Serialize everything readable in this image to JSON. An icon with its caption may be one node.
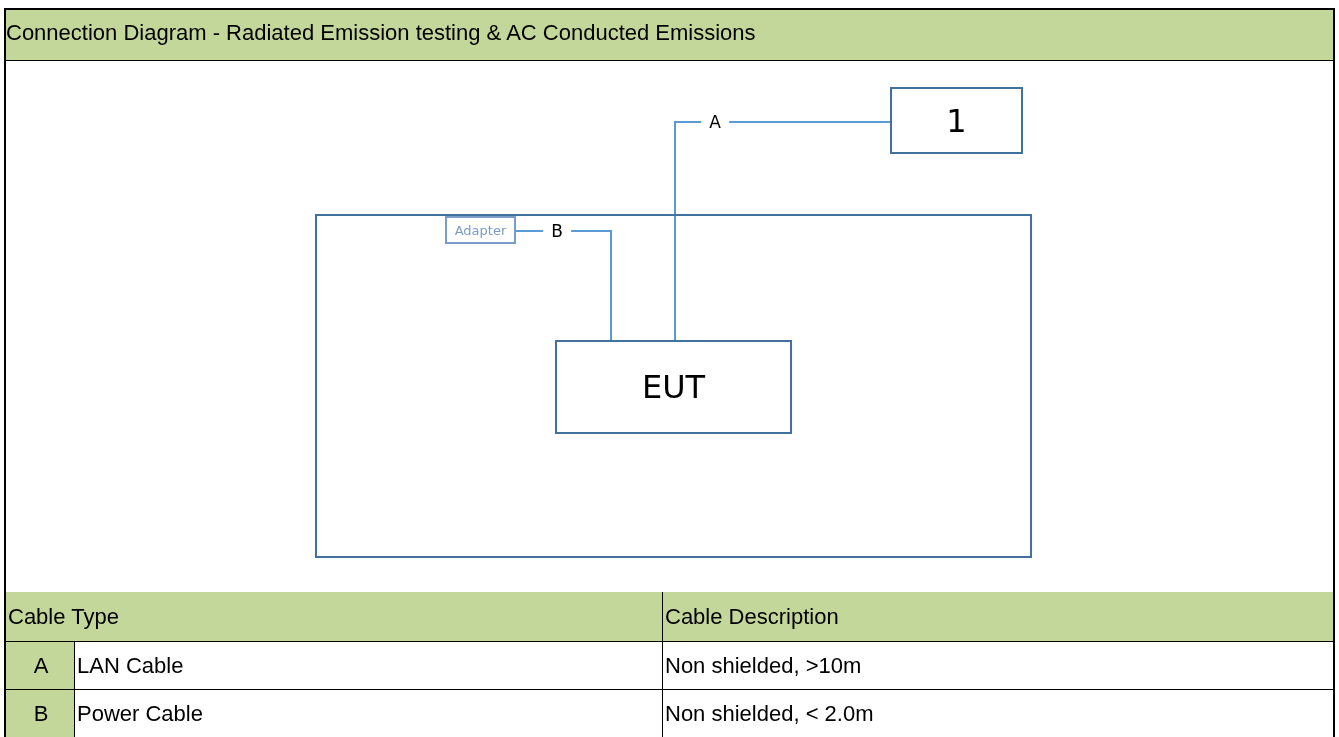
{
  "diagram": {
    "title": "Connection Diagram - Radiated Emission testing & AC Conducted Emissions",
    "nodes": [
      {
        "text": [],
        "shape": "box"
      },
      {
        "text": [
          "1"
        ]
      },
      {
        "text": [
          "Adapter"
        ],
        "in": 0
      },
      {
        "text": [
          "EUT"
        ],
        "in": 0
      }
    ],
    "edges": [
      {
        "from": 3,
        "to": 1,
        "arrow": "none",
        "label": "A"
      },
      {
        "from": 3,
        "to": 2,
        "arrow": "none",
        "label": "B"
      }
    ],
    "labels": [
      "Cable Type",
      "Cable Description",
      "A",
      "LAN Cable",
      "Non shielded, >10m",
      "B",
      "Power Cable",
      "Non shielded, < 2.0m"
    ]
  }
}
